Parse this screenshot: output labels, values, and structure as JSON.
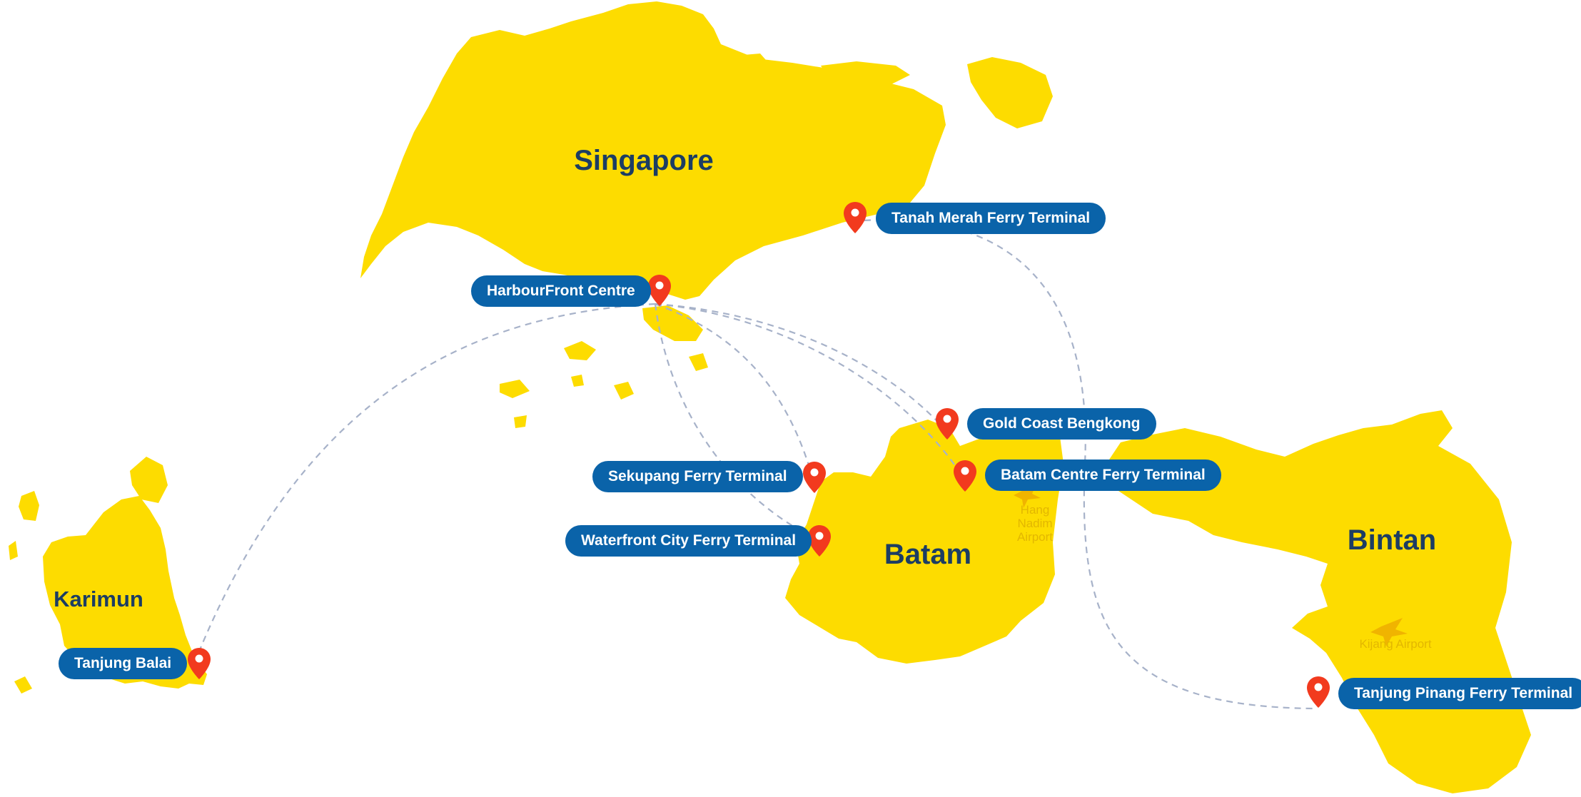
{
  "map": {
    "colors": {
      "land": "#FDDC00",
      "label_text": "#1C3D63",
      "pill": "#0A63A9",
      "pin": "#F23A1E",
      "route": "#A7B2C9"
    },
    "regions": {
      "singapore": "Singapore",
      "batam": "Batam",
      "bintan": "Bintan",
      "karimun": "Karimun"
    },
    "airports": {
      "hang_nadim": [
        "Hang",
        "Nadim",
        "Airport"
      ],
      "kijang": "Kijang Airport"
    },
    "terminals": {
      "tanah_merah": "Tanah Merah Ferry Terminal",
      "harbourfront": "HarbourFront Centre",
      "gold_coast": "Gold Coast Bengkong",
      "sekupang": "Sekupang Ferry Terminal",
      "batam_centre": "Batam Centre Ferry Terminal",
      "waterfront": "Waterfront City Ferry Terminal",
      "tanjung_balai": "Tanjung Balai",
      "tanjung_pinang": "Tanjung Pinang Ferry Terminal"
    }
  }
}
